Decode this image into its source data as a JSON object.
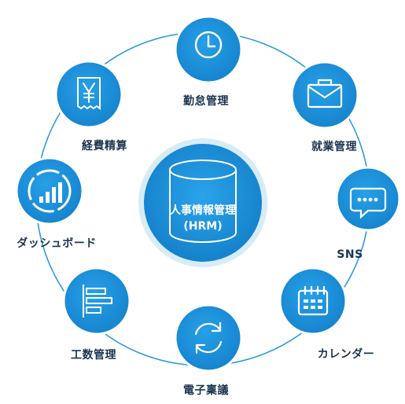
{
  "center": {
    "line1": "人事情報管理",
    "line2": "(HRM)"
  },
  "modules": [
    {
      "id": "attendance",
      "label": "勤怠管理",
      "icon": "clock-icon"
    },
    {
      "id": "work",
      "label": "就業管理",
      "icon": "briefcase-icon"
    },
    {
      "id": "sns",
      "label": "SNS",
      "icon": "chat-bubble-icon"
    },
    {
      "id": "calendar",
      "label": "カレンダー",
      "icon": "calendar-icon"
    },
    {
      "id": "approval",
      "label": "電子稟議",
      "icon": "refresh-cycle-icon"
    },
    {
      "id": "manhour",
      "label": "工数管理",
      "icon": "gantt-chart-icon"
    },
    {
      "id": "dashboard",
      "label": "ダッシュボード",
      "icon": "dashboard-chart-icon"
    },
    {
      "id": "expense",
      "label": "経費精算",
      "icon": "yen-receipt-icon"
    }
  ],
  "colors": {
    "primary": "#1a8fd9",
    "ring": "#2f9be0",
    "hub_glow": "#cfe8f8",
    "text": "#1b3550"
  }
}
